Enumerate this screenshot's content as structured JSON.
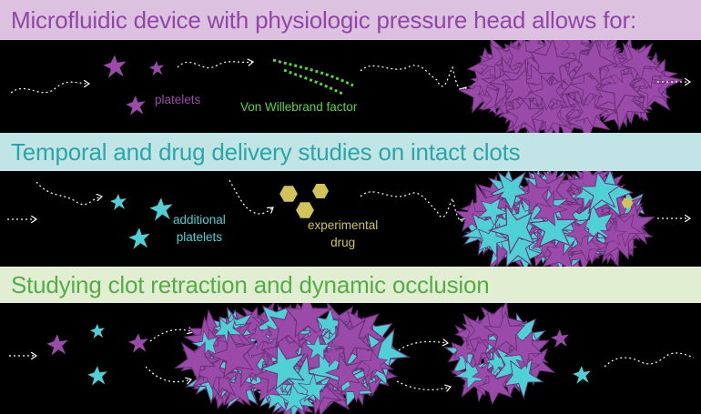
{
  "colors": {
    "band1_bg": "#dcc1e0",
    "band1_text": "#9146a5",
    "band2_bg": "#c1e5e6",
    "band2_text": "#2aa6a8",
    "band3_bg": "#e1eed1",
    "band3_text": "#55ac47",
    "purple": "#9a4aa8",
    "cyan": "#4fd0d4",
    "green": "#5ad43c",
    "yellow": "#cfc35a",
    "arrow": "#ffffff"
  },
  "sections": [
    {
      "title": "Microfluidic device with physiologic pressure head allows for:",
      "labels": {
        "platelets": "platelets",
        "vwf": "Von Willebrand factor"
      }
    },
    {
      "title": "Temporal and drug delivery studies on intact clots",
      "labels": {
        "additional_platelets": "additional\nplatelets",
        "experimental_drug": "experimental\ndrug"
      }
    },
    {
      "title": "Studying clot retraction and dynamic occlusion",
      "labels": {}
    }
  ]
}
